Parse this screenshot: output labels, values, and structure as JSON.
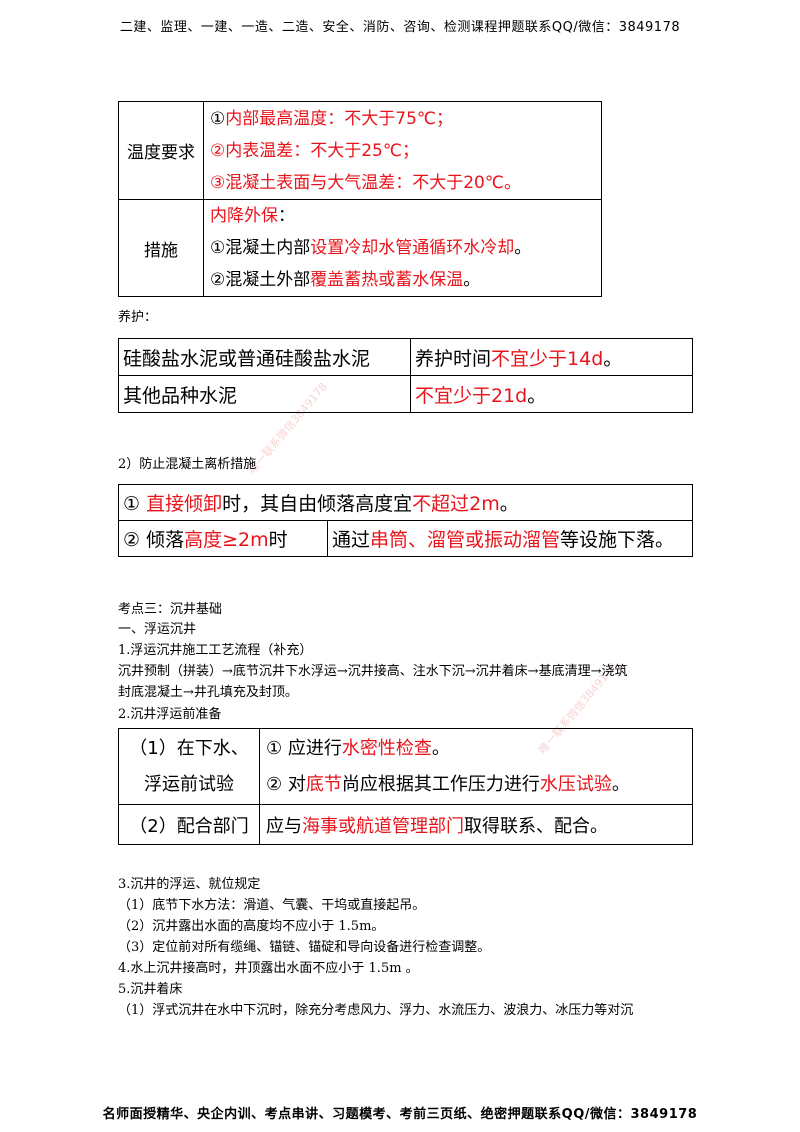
{
  "header": "二建、监理、一建、一造、二造、安全、消防、咨询、检测课程押题联系QQ/微信：3849178",
  "footer": "名师面授精华、央企内训、考点串讲、习题模考、考前三页纸、绝密押题联系QQ/微信：3849178",
  "watermark": "唯一联系微信3849178",
  "temp_table": {
    "row1_label": "温度要求",
    "row1_line1_prefix": "①",
    "row1_line1_red": "内部最高温度：不大于75℃；",
    "row1_line2_red": "②内表温差：不大于25℃；",
    "row1_line3_red": "③混凝土表面与大气温差：不大于20℃。",
    "row2_label": "措施",
    "row2_line1_red": "内降外保",
    "row2_line1_end": "：",
    "row2_line2_a": "①混凝土内部",
    "row2_line2_red": "设置冷却水管通循环水冷却",
    "row2_line2_end": "。",
    "row2_line3_a": "②混凝土外部",
    "row2_line3_red": "覆盖蓄热或蓄水保温",
    "row2_line3_end": "。"
  },
  "curing_title": "养护：",
  "curing_table": {
    "r1c1": "硅酸盐水泥或普通硅酸盐水泥",
    "r1c2_a": "养护时间",
    "r1c2_red": "不宜少于14d",
    "r1c2_end": "。",
    "r2c1": "其他品种水泥",
    "r2c2_red": "不宜少于21d",
    "r2c2_end": "。"
  },
  "segregation_title": "2）防止混凝土离析措施",
  "segregation_table": {
    "r1_a": "① ",
    "r1_red1": "直接倾卸",
    "r1_b": "时，其自由倾落高度宜",
    "r1_red2": "不超过2m",
    "r1_end": "。",
    "r2c1_a": "② 倾落",
    "r2c1_red": "高度≥2m",
    "r2c1_b": "时",
    "r2c2_a": "通过",
    "r2c2_red": "串筒、溜管或振动溜管",
    "r2c2_b": "等设施下落。"
  },
  "section": {
    "title": "考点三：沉井基础",
    "sub1": "一、浮运沉井",
    "item1": "1.浮运沉井施工工艺流程（补充）",
    "flow_line1": "沉井预制（拼装）→底节沉井下水浮运→沉井接高、注水下沉→沉井着床→基底清理→浇筑",
    "flow_line2": "封底混凝土→井孔填充及封顶。",
    "item2": "2.沉井浮运前准备"
  },
  "prep_table": {
    "r1_label_line1": "（1）在下水、",
    "r1_label_line2": "浮运前试验",
    "r1_line1_a": "① 应进行",
    "r1_line1_red": "水密性检查",
    "r1_line1_end": "。",
    "r1_line2_a": "② 对",
    "r1_line2_red1": "底节",
    "r1_line2_b": "尚应根据其工作压力进行",
    "r1_line2_red2": "水压试验",
    "r1_line2_end": "。",
    "r2_label": "（2）配合部门",
    "r2_a": "应与",
    "r2_red": "海事或航道管理部门",
    "r2_b": "取得联系、配合。"
  },
  "rules": {
    "item3": "3.沉井的浮运、就位规定",
    "l1": "（1）底节下水方法：滑道、气囊、干坞或直接起吊。",
    "l2": "（2）沉井露出水面的高度均不应小于 1.5m。",
    "l3": "（3）定位前对所有缆绳、锚链、锚碇和导向设备进行检查调整。",
    "item4": "4.水上沉井接高时，井顶露出水面不应小于 1.5m 。",
    "item5": "5.沉井着床",
    "l4": "（1）浮式沉井在水中下沉时，除充分考虑风力、浮力、水流压力、波浪力、冰压力等对沉"
  }
}
